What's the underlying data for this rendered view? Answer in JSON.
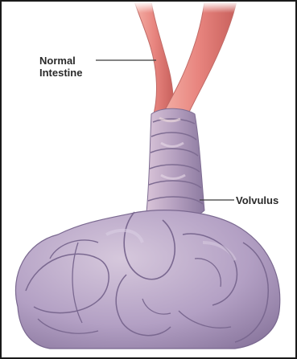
{
  "labels": {
    "normal_line1": "Normal",
    "normal_line2": "Intestine",
    "volvulus": "Volvulus"
  },
  "colors": {
    "normal_intestine": "#e8857f",
    "twist": "#b8a3c2",
    "intestine_mass": "#b7a3c6",
    "leader_line": "#3a3a3a",
    "frame": "#1a1a1a"
  }
}
